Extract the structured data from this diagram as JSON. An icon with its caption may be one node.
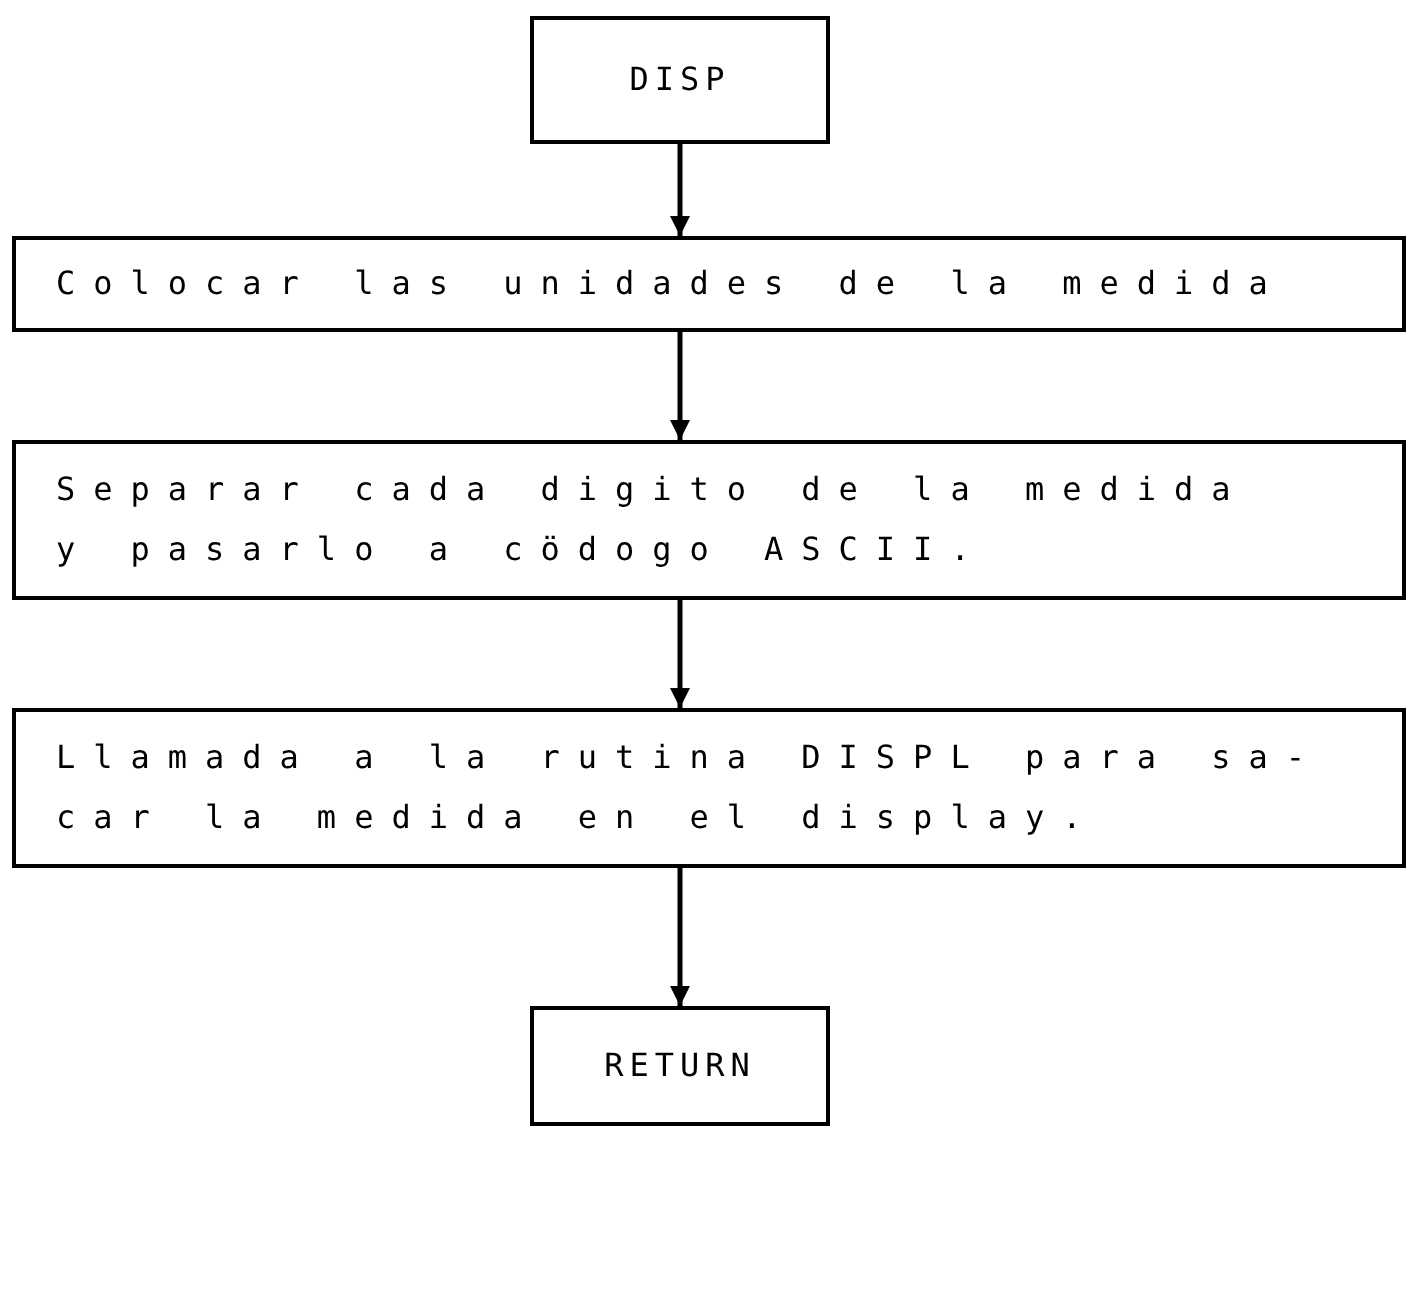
{
  "diagram": {
    "nodes": [
      {
        "text": [
          "DISP"
        ]
      },
      {
        "text": [
          "Colocar las unidades de la medida"
        ]
      },
      {
        "text": [
          "Separar cada digito de la medida y pasarlo a cödogo ASCII."
        ]
      },
      {
        "text": [
          "Llamada a la rutina DISPL para sa- car la medida en el display."
        ]
      },
      {
        "text": [
          "RETURN"
        ]
      }
    ],
    "edges": [
      {
        "from": 0,
        "to": 1,
        "arrow": "to"
      },
      {
        "from": 1,
        "to": 2,
        "arrow": "to"
      },
      {
        "from": 2,
        "to": 3,
        "arrow": "to"
      },
      {
        "from": 3,
        "to": 4,
        "arrow": "to"
      }
    ]
  }
}
